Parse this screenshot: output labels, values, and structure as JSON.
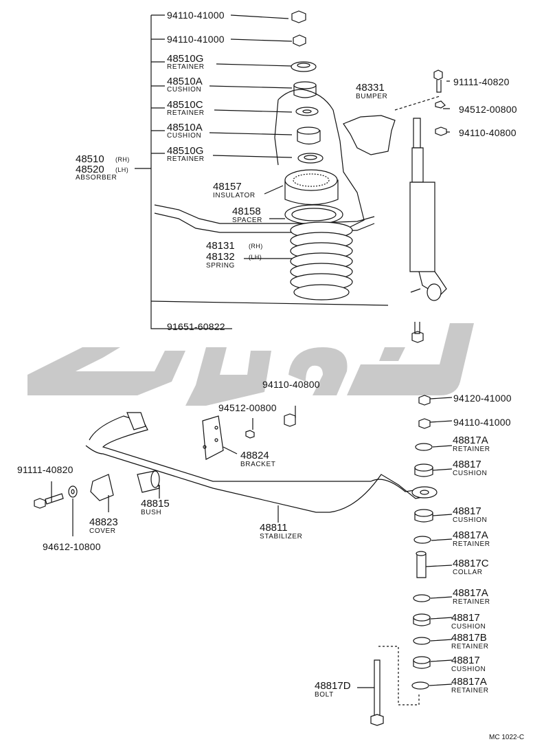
{
  "watermark": {
    "icon": "arabic-calligraphy-watermark",
    "color": "#c9c9c9"
  },
  "figure_code": "MC 1022-C",
  "upper": {
    "nut_top_1": "94110-41000",
    "nut_top_2": "94110-41000",
    "retainer_g_top": {
      "part": "48510G",
      "name": "RETAINER"
    },
    "cushion_a_top": {
      "part": "48510A",
      "name": "CUSHION"
    },
    "retainer_c": {
      "part": "48510C",
      "name": "RETAINER"
    },
    "cushion_a_bottom": {
      "part": "48510A",
      "name": "CUSHION"
    },
    "retainer_g_bottom": {
      "part": "48510G",
      "name": "RETAINER"
    },
    "absorber": {
      "part_rh": "48510",
      "tag_rh": "(RH)",
      "part_lh": "48520",
      "tag_lh": "(LH)",
      "name": "ABSORBER"
    },
    "bumper": {
      "part": "48331",
      "name": "BUMPER"
    },
    "bolt_91111": "91111-40820",
    "washer_94512": "94512-00800",
    "nut_94110_8": "94110-40800",
    "insulator": {
      "part": "48157",
      "name": "INSULATOR"
    },
    "spacer": {
      "part": "48158",
      "name": "SPACER"
    },
    "spring": {
      "part_rh": "48131",
      "tag_rh": "(RH)",
      "part_lh": "48132",
      "tag_lh": "(LH)",
      "name": "SPRING"
    },
    "bolt_91651": "91651-60822"
  },
  "lower": {
    "nut_94110_8": "94110-40800",
    "washer_94512": "94512-00800",
    "bracket": {
      "part": "48824",
      "name": "BRACKET"
    },
    "bolt_91111": "91111-40820",
    "cover": {
      "part": "48823",
      "name": "COVER"
    },
    "washer_94612": "94612-10800",
    "bush": {
      "part": "48815",
      "name": "BUSH"
    },
    "stabilizer": {
      "part": "48811",
      "name": "STABILIZER"
    },
    "bolt_d": {
      "part": "48817D",
      "name": "BOLT"
    }
  },
  "link_stack": [
    {
      "part": "94120-41000",
      "name": ""
    },
    {
      "part": "94110-41000",
      "name": ""
    },
    {
      "part": "48817A",
      "name": "RETAINER"
    },
    {
      "part": "48817",
      "name": "CUSHION"
    },
    {
      "part": "48817",
      "name": "CUSHION"
    },
    {
      "part": "48817A",
      "name": "RETAINER"
    },
    {
      "part": "48817C",
      "name": "COLLAR"
    },
    {
      "part": "48817A",
      "name": "RETAINER"
    },
    {
      "part": "48817",
      "name": "CUSHION"
    },
    {
      "part": "48817B",
      "name": "RETAINER"
    },
    {
      "part": "48817",
      "name": "CUSHION"
    },
    {
      "part": "48817A",
      "name": "RETAINER"
    }
  ]
}
